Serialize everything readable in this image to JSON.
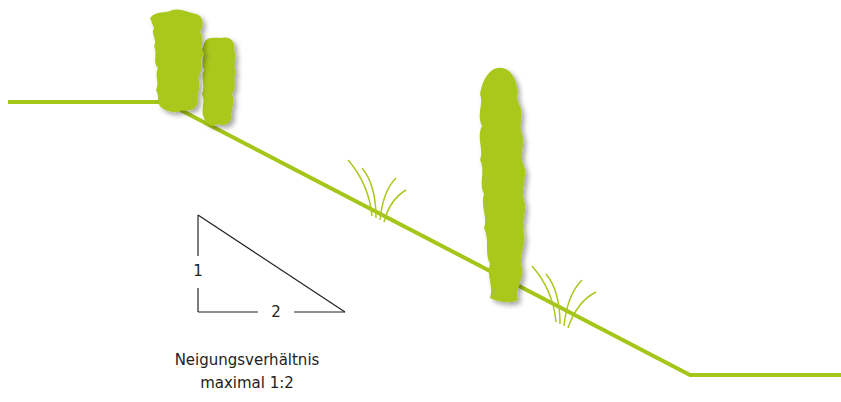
{
  "diagram": {
    "labels": [
      "1",
      "2",
      "Neigungsverhältnis maximal 1:2"
    ]
  }
}
